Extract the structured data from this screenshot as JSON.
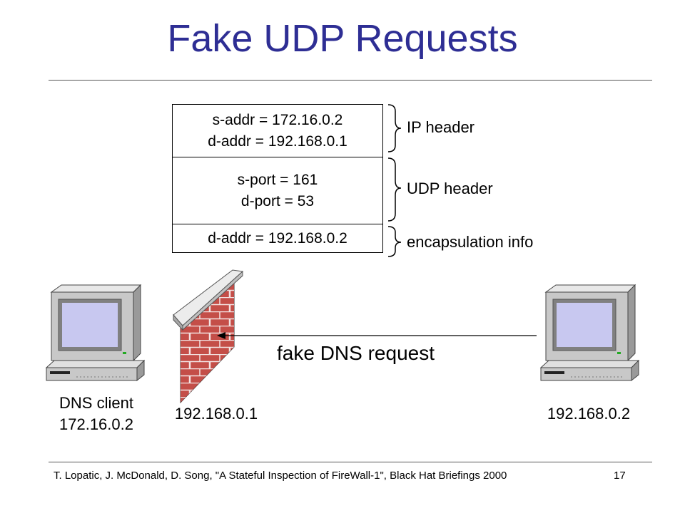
{
  "title": "Fake UDP Requests",
  "packet": {
    "ip_header": [
      "s-addr = 172.16.0.2",
      "d-addr = 192.168.0.1"
    ],
    "udp_header": [
      "s-port = 161",
      "d-port = 53"
    ],
    "encapsulation": [
      "d-addr = 192.168.0.2"
    ]
  },
  "labels": {
    "ip_header": "IP header",
    "udp_header": "UDP header",
    "encapsulation": "encapsulation info"
  },
  "nodes": {
    "dns_client": [
      "DNS client",
      "172.16.0.2"
    ],
    "firewall": "192.168.0.1",
    "attacker": "192.168.0.2"
  },
  "arrow_label": "fake DNS request",
  "footer": "T. Lopatic, J. McDonald, D. Song, \"A Stateful Inspection of FireWall-1\", Black Hat Briefings 2000",
  "page_number": "17",
  "colors": {
    "title": "#2e2e94",
    "brick": "#c8504a",
    "mortar": "#ffffff",
    "screen": "#c8c8f0"
  }
}
